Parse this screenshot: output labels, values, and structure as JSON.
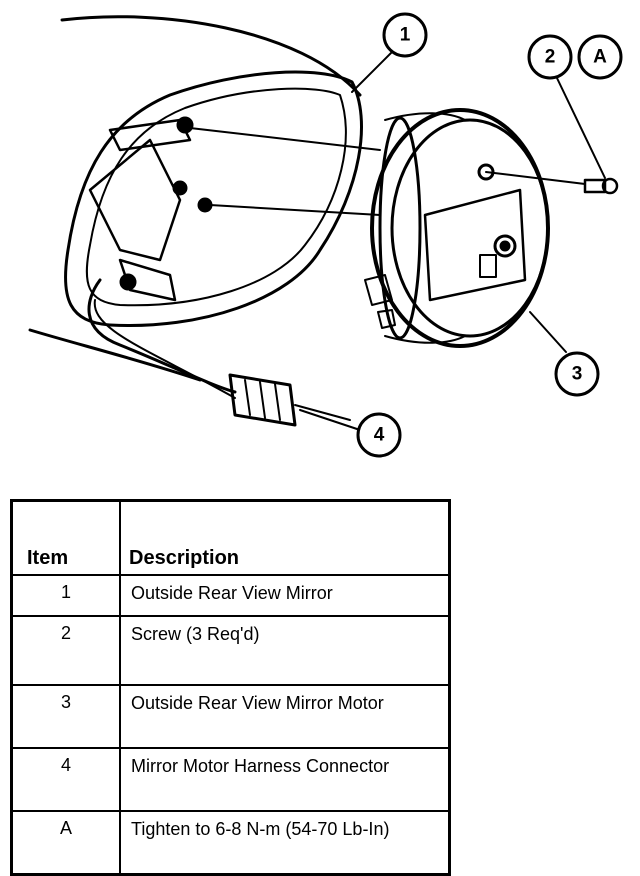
{
  "callouts": {
    "c1": "1",
    "c2": "2",
    "cA": "A",
    "c3": "3",
    "c4": "4"
  },
  "legend": {
    "header_item": "Item",
    "header_description": "Description",
    "rows": [
      {
        "item": "1",
        "description": "Outside Rear View Mirror"
      },
      {
        "item": "2",
        "description": "Screw (3 Req'd)"
      },
      {
        "item": "3",
        "description": "Outside Rear View Mirror Motor"
      },
      {
        "item": "4",
        "description": "Mirror Motor Harness Connector"
      },
      {
        "item": "A",
        "description": "Tighten to 6-8 N-m (54-70 Lb-In)"
      }
    ]
  }
}
